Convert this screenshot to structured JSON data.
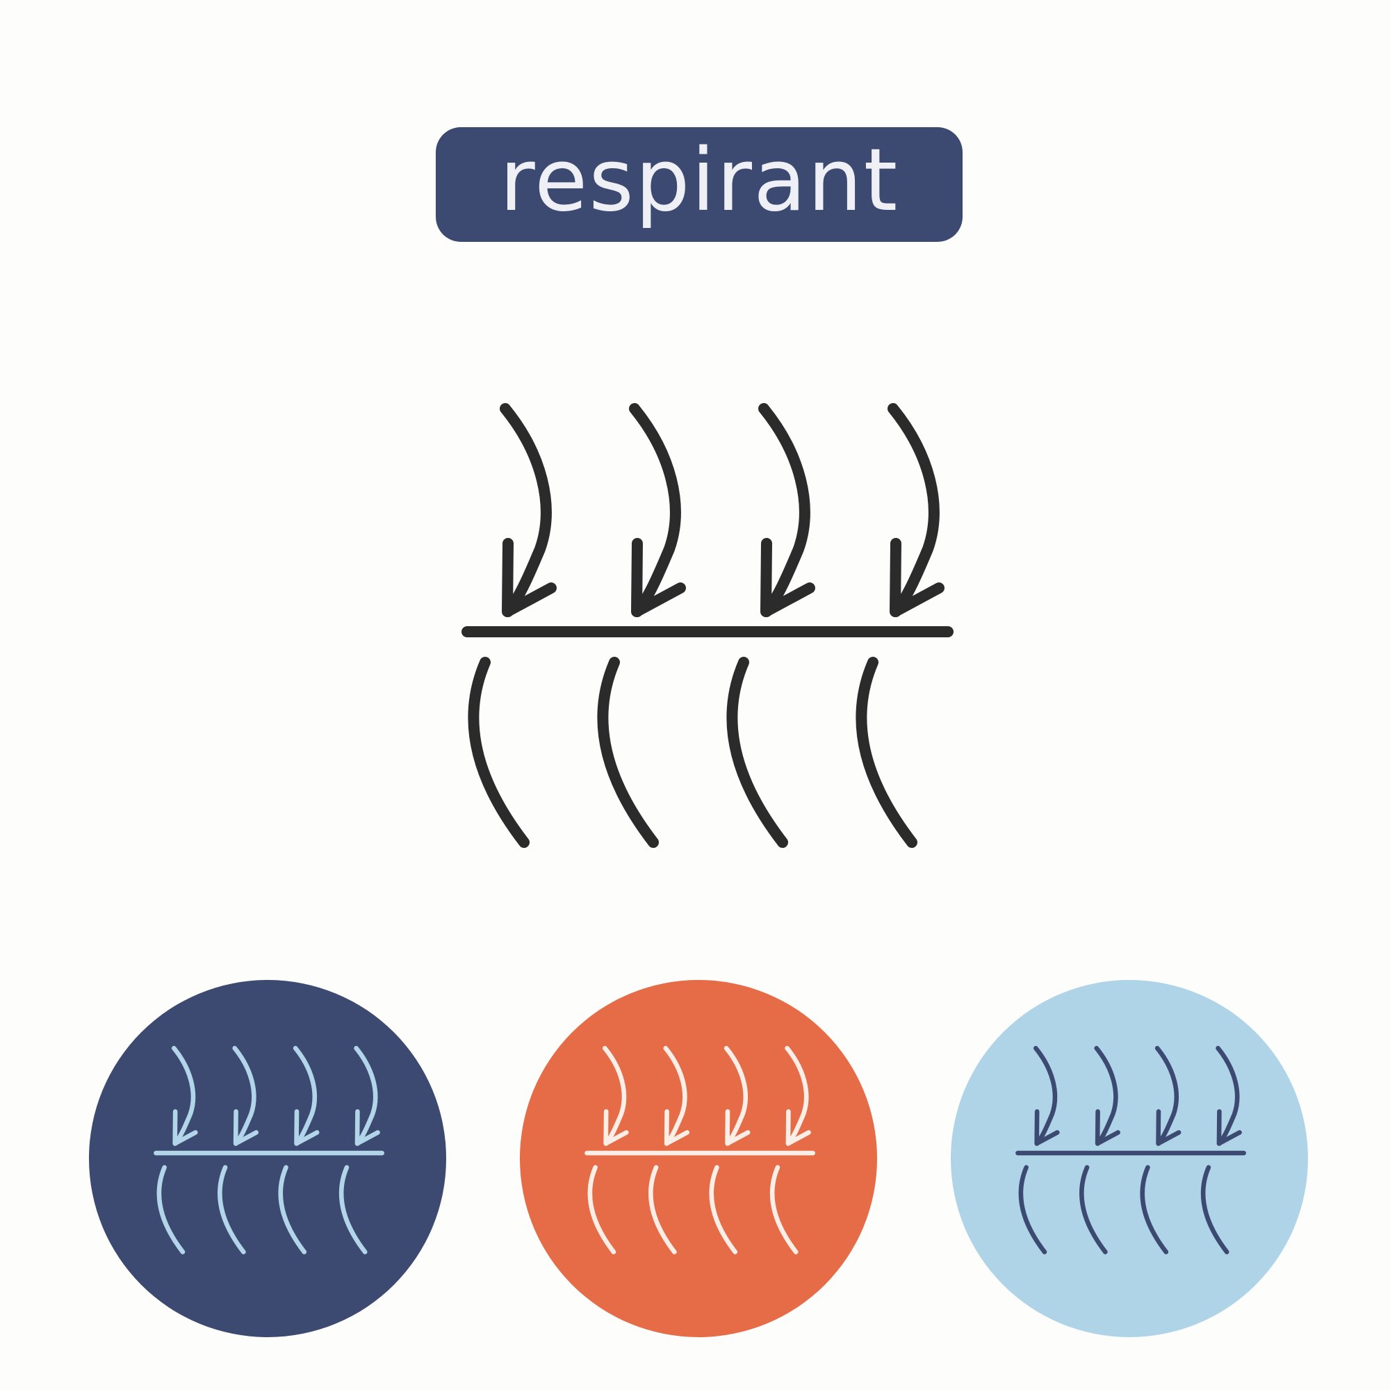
{
  "title": {
    "label": "respirant"
  },
  "colors": {
    "background": "#fdfdfc",
    "badge": "#3c4a72",
    "badge_text": "#eef0f6",
    "main_stroke": "#2b2b2b"
  },
  "main_icon": {
    "icon": "breathable-membrane-icon",
    "stroke": "#2b2b2b"
  },
  "variants": [
    {
      "id": "circle-navy",
      "icon": "breathable-membrane-icon",
      "background": "#3c4a72",
      "stroke": "#b3d5e9"
    },
    {
      "id": "circle-orange",
      "icon": "breathable-membrane-icon",
      "background": "#e56c47",
      "stroke": "#fbeee6"
    },
    {
      "id": "circle-blue",
      "icon": "breathable-membrane-icon",
      "background": "#afd4e8",
      "stroke": "#3c4a72"
    }
  ]
}
